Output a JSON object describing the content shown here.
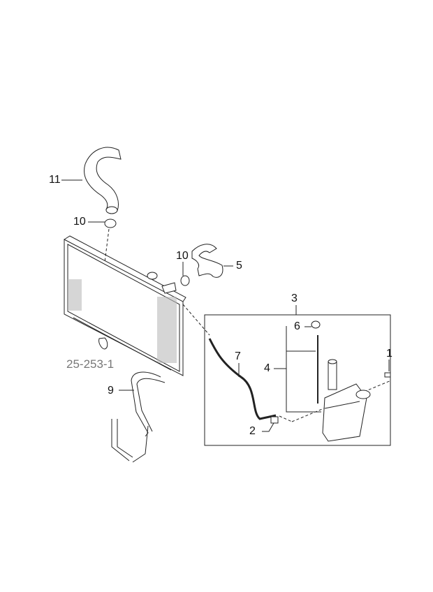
{
  "diagram": {
    "callouts": [
      {
        "id": "11",
        "part": "radiator-upper-hose"
      },
      {
        "id": "10",
        "part": "hose-clamp-upper"
      },
      {
        "id": "10",
        "part": "hose-clamp-lower"
      },
      {
        "id": "5",
        "part": "radiator-lower-hose"
      },
      {
        "id": "3",
        "part": "reservoir-assembly"
      },
      {
        "id": "6",
        "part": "reservoir-cap"
      },
      {
        "id": "4",
        "part": "reservoir-level-gauge"
      },
      {
        "id": "7",
        "part": "overflow-hose"
      },
      {
        "id": "1",
        "part": "bolt"
      },
      {
        "id": "2",
        "part": "hose-clip"
      },
      {
        "id": "9",
        "part": "oil-cooler-hose"
      }
    ],
    "reference": "25-253-1"
  }
}
